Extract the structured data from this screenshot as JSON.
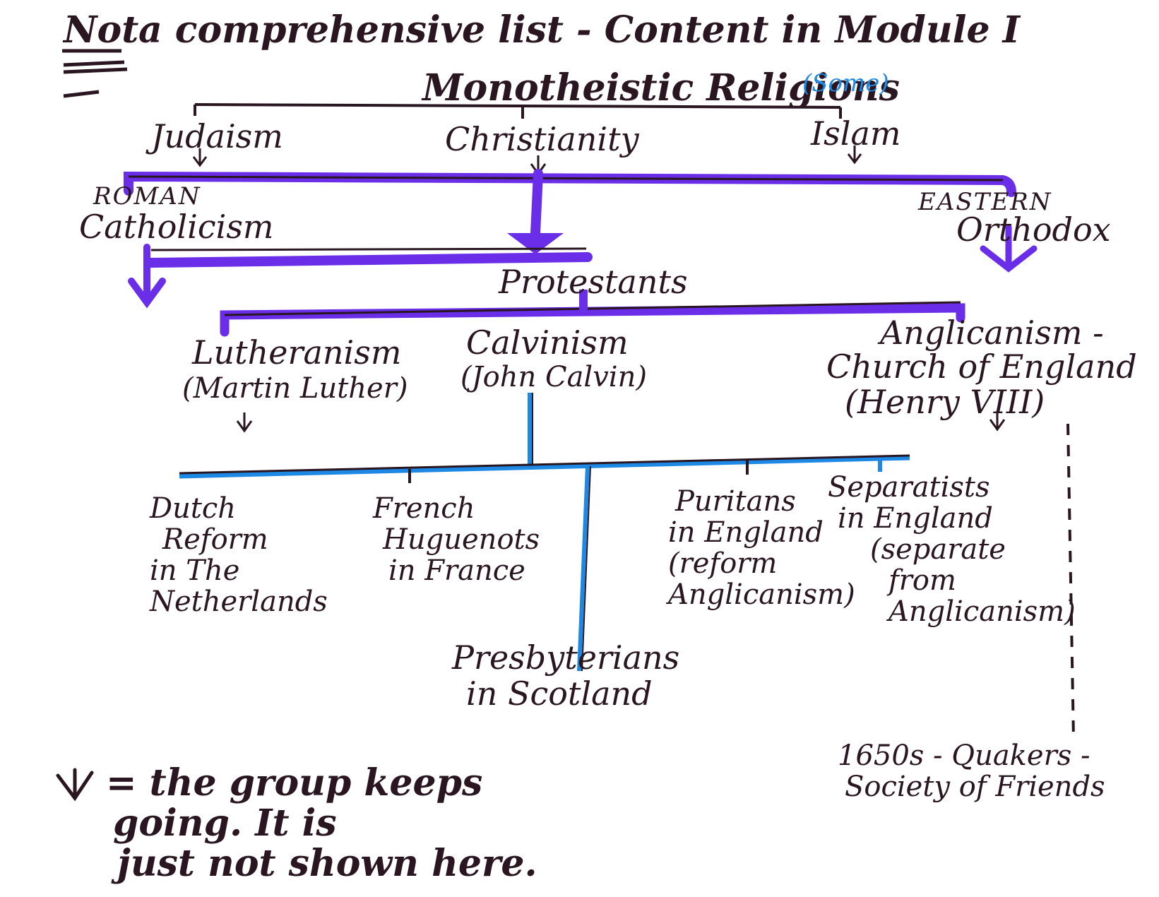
{
  "header": {
    "not_word": "Not",
    "heading_rest": "a comprehensive list - Content in Module I"
  },
  "root": {
    "label": "Monotheistic Religions",
    "note": "(Some)"
  },
  "level1": {
    "judaism": "Judaism",
    "christianity": "Christianity",
    "islam": "Islam"
  },
  "christian_branches": {
    "roman_1": "ROMAN",
    "roman_2": "Catholicism",
    "eastern_1": "EASTERN",
    "eastern_2": "Orthodox",
    "protestants": "Protestants"
  },
  "protestant_branches": {
    "lutheran_1": "Lutheranism",
    "lutheran_2": "(Martin Luther)",
    "calvinism_1": "Calvinism",
    "calvinism_2": "(John Calvin)",
    "anglican_1": "Anglicanism -",
    "anglican_2": "Church of England",
    "anglican_3": "(Henry VIII)"
  },
  "calvinist_groups": {
    "dutch": [
      "Dutch",
      "Reform",
      "in The",
      "Netherlands"
    ],
    "french": [
      "French",
      "Huguenots",
      "in France"
    ],
    "presbyterians": [
      "Presbyterians",
      "in Scotland"
    ],
    "puritans": [
      "Puritans",
      "in England",
      "(reform",
      "Anglicanism)"
    ],
    "separatists": [
      "Separatists",
      "in England",
      "(separate",
      "from",
      "Anglicanism)"
    ]
  },
  "quakers": {
    "line1": "1650s - Quakers -",
    "line2": "Society of Friends"
  },
  "legend": {
    "arrow_glyph": "↓",
    "line1": "= the group keeps",
    "line2": "going. It is",
    "line3": "just not shown here."
  },
  "colors": {
    "ink": "#2a1620",
    "purple": "#6a2ee8",
    "blue": "#1e88e5"
  }
}
